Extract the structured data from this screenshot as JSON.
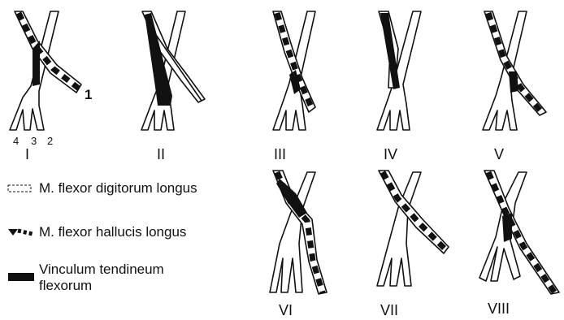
{
  "legend": [
    {
      "key": "fdl",
      "label": "M. flexor digitorum longus"
    },
    {
      "key": "fhl",
      "label": "M. flexor hallucis longus"
    },
    {
      "key": "vinc",
      "label_line1": "Vinculum tendineum",
      "label_line2": "flexorum"
    }
  ],
  "panels": [
    {
      "id": "I",
      "label": "I"
    },
    {
      "id": "II",
      "label": "II"
    },
    {
      "id": "III",
      "label": "III"
    },
    {
      "id": "IV",
      "label": "IV"
    },
    {
      "id": "V",
      "label": "V"
    },
    {
      "id": "VI",
      "label": "VI"
    },
    {
      "id": "VII",
      "label": "VII"
    },
    {
      "id": "VIII",
      "label": "VIII"
    }
  ],
  "panel_I_marks": {
    "digit_4": "4",
    "digit_3": "3",
    "digit_2": "2",
    "tendon_1": "1"
  },
  "colors": {
    "ink": "#111111",
    "background": "#ffffff"
  }
}
